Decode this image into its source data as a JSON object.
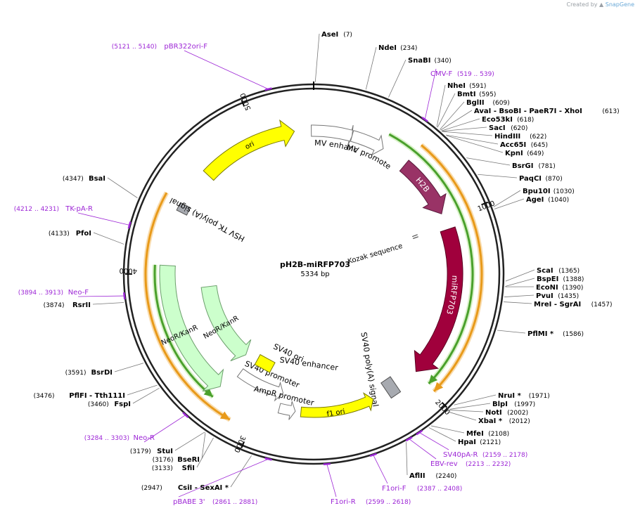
{
  "credit": {
    "prefix": "Created by",
    "brand": "SnapGene"
  },
  "plasmid": {
    "name": "pH2B-miRFP703",
    "size_label": "5334 bp",
    "length": 5334
  },
  "ticks": [
    "1000",
    "2000",
    "3000",
    "4000",
    "5000"
  ],
  "sites": [
    {
      "name": "AseI",
      "pos": "(7)",
      "bp": 7
    },
    {
      "name": "NdeI",
      "pos": "(234)",
      "bp": 234
    },
    {
      "name": "SnaBI",
      "pos": "(340)",
      "bp": 340
    },
    {
      "name": "NheI",
      "pos": "(591)",
      "bp": 591
    },
    {
      "name": "BmtI",
      "pos": "(595)",
      "bp": 595
    },
    {
      "name": "BglII",
      "pos": "(609)",
      "bp": 609
    },
    {
      "name": "AvaI - BsoBI - PaeR7I - XhoI",
      "pos": "(613)",
      "bp": 613
    },
    {
      "name": "Eco53kI",
      "pos": "(618)",
      "bp": 618
    },
    {
      "name": "SacI",
      "pos": "(620)",
      "bp": 620
    },
    {
      "name": "HindIII",
      "pos": "(622)",
      "bp": 622
    },
    {
      "name": "Acc65I",
      "pos": "(645)",
      "bp": 645
    },
    {
      "name": "KpnI",
      "pos": "(649)",
      "bp": 649
    },
    {
      "name": "BsrGI",
      "pos": "(781)",
      "bp": 781
    },
    {
      "name": "PaqCI",
      "pos": "(870)",
      "bp": 870
    },
    {
      "name": "Bpu10I",
      "pos": "(1030)",
      "bp": 1030
    },
    {
      "name": "AgeI",
      "pos": "(1040)",
      "bp": 1040
    },
    {
      "name": "ScaI",
      "pos": "(1365)",
      "bp": 1365
    },
    {
      "name": "BspEI",
      "pos": "(1388)",
      "bp": 1388
    },
    {
      "name": "EcoNI",
      "pos": "(1390)",
      "bp": 1390
    },
    {
      "name": "PvuI",
      "pos": "(1435)",
      "bp": 1435
    },
    {
      "name": "MreI - SgrAI",
      "pos": "(1457)",
      "bp": 1457
    },
    {
      "name": "PflMI *",
      "pos": "(1586)",
      "bp": 1586
    },
    {
      "name": "NruI *",
      "pos": "(1971)",
      "bp": 1971
    },
    {
      "name": "BlpI",
      "pos": "(1997)",
      "bp": 1997
    },
    {
      "name": "NotI",
      "pos": "(2002)",
      "bp": 2002
    },
    {
      "name": "XbaI *",
      "pos": "(2012)",
      "bp": 2012
    },
    {
      "name": "MfeI",
      "pos": "(2108)",
      "bp": 2108
    },
    {
      "name": "HpaI",
      "pos": "(2121)",
      "bp": 2121
    },
    {
      "name": "AflII",
      "pos": "(2240)",
      "bp": 2240
    },
    {
      "name": "CsiI - SexAI *",
      "pos": "(2947)",
      "bp": 2947
    },
    {
      "name": "SfiI",
      "pos": "(3133)",
      "bp": 3133
    },
    {
      "name": "BseRI",
      "pos": "(3176)",
      "bp": 3176
    },
    {
      "name": "StuI",
      "pos": "(3179)",
      "bp": 3179
    },
    {
      "name": "FspI",
      "pos": "(3460)",
      "bp": 3460
    },
    {
      "name": "PflFI - Tth111I",
      "pos": "(3476)",
      "bp": 3476
    },
    {
      "name": "BsrDI",
      "pos": "(3591)",
      "bp": 3591
    },
    {
      "name": "RsrII",
      "pos": "(3874)",
      "bp": 3874
    },
    {
      "name": "PfoI",
      "pos": "(4133)",
      "bp": 4133
    },
    {
      "name": "BsaI",
      "pos": "(4347)",
      "bp": 4347
    }
  ],
  "primers": [
    {
      "name": "pBR322ori-F",
      "range": "(5121 .. 5140)",
      "bp": 5130
    },
    {
      "name": "CMV-F",
      "range": "(519 .. 539)",
      "bp": 529
    },
    {
      "name": "SV40pA-R",
      "range": "(2159 .. 2178)",
      "bp": 2168
    },
    {
      "name": "EBV-rev",
      "range": "(2213 .. 2232)",
      "bp": 2222
    },
    {
      "name": "F1ori-F",
      "range": "(2387 .. 2408)",
      "bp": 2397
    },
    {
      "name": "F1ori-R",
      "range": "(2599 .. 2618)",
      "bp": 2608
    },
    {
      "name": "pBABE 3'",
      "range": "(2861 .. 2881)",
      "bp": 2871
    },
    {
      "name": "Neo-R",
      "range": "(3284 .. 3303)",
      "bp": 3293
    },
    {
      "name": "Neo-F",
      "range": "(3894 .. 3913)",
      "bp": 3903
    },
    {
      "name": "TK-pA-R",
      "range": "(4212 .. 4231)",
      "bp": 4221
    }
  ],
  "features": [
    {
      "name": "CMV enhancer",
      "color": "#ffffff",
      "start": 5320,
      "end": 230
    },
    {
      "name": "CMV promoter",
      "color": "#ffffff",
      "start": 230,
      "end": 430
    },
    {
      "name": "H2B",
      "color": "#993366",
      "start": 590,
      "end": 960
    },
    {
      "name": "Kozak sequence",
      "color": "#999999",
      "start": 1030,
      "end": 1040
    },
    {
      "name": "miRFP703",
      "color": "#a0003c",
      "start": 1060,
      "end": 1980
    },
    {
      "name": "SV40 poly(A) signal",
      "color": "#a7aab0",
      "start": 2100,
      "end": 2222
    },
    {
      "name": "f1 ori",
      "color": "#ffff00",
      "start": 2290,
      "end": 2745
    },
    {
      "name": "AmpR promoter",
      "color": "#ffffff",
      "start": 2780,
      "end": 2880
    },
    {
      "name": "SV40 promoter",
      "color": "#ffffff",
      "start": 2880,
      "end": 3210
    },
    {
      "name": "SV40 ori",
      "color": "#ffff00",
      "start": 3060,
      "end": 3140
    },
    {
      "name": "SV40 enhancer",
      "color": "#ffffff",
      "start": 3060,
      "end": 3130
    },
    {
      "name": "NeoR/KanR",
      "color": "#ccffcc",
      "start": 3255,
      "end": 4050
    },
    {
      "name": "HSV TK poly(A) signal",
      "color": "#a7aab0",
      "start": 4370,
      "end": 4420
    },
    {
      "name": "ori",
      "color": "#ffff00",
      "start": 4640,
      "end": 5220
    }
  ],
  "orfs": [
    {
      "strand": "+",
      "start": 420,
      "end": 1980,
      "color": "#4aa02c"
    },
    {
      "strand": "-",
      "start": 3250,
      "end": 4050,
      "color": "#4aa02c"
    }
  ],
  "orange_arcs": [
    {
      "strand": "+",
      "start": 590,
      "end": 1990,
      "color": "#e89a1a"
    },
    {
      "strand": "-",
      "start": 3110,
      "end": 4430,
      "color": "#e89a1a"
    }
  ]
}
